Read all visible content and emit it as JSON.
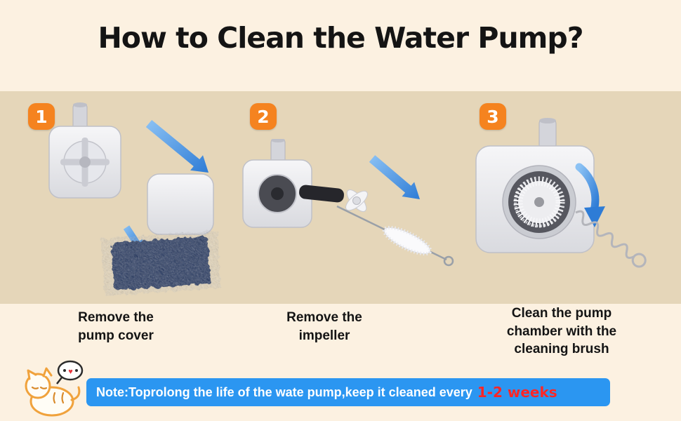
{
  "title": "How to Clean the Water Pump?",
  "steps": [
    {
      "number": "1",
      "caption_lines": [
        "Remove the",
        "pump cover"
      ]
    },
    {
      "number": "2",
      "caption_lines": [
        "Remove the",
        "impeller"
      ]
    },
    {
      "number": "3",
      "caption_lines": [
        "Clean the pump",
        "chamber with the",
        "cleaning brush"
      ]
    }
  ],
  "note": {
    "prefix": "Note:Toprolong the life of the wate pump,keep it cleaned every",
    "highlight": "1-2 weeks"
  },
  "icons": {
    "heart": "♥"
  },
  "colors": {
    "page_bg": "#fcf1e1",
    "band_bg": "#e5d6b9",
    "badge_orange": "#f5831f",
    "arrow_blue": "#2e7cd6",
    "note_bar_blue": "#2b96f1",
    "note_highlight_red": "#ff2626",
    "title_black": "#141414",
    "sponge_navy": "#24365e"
  }
}
